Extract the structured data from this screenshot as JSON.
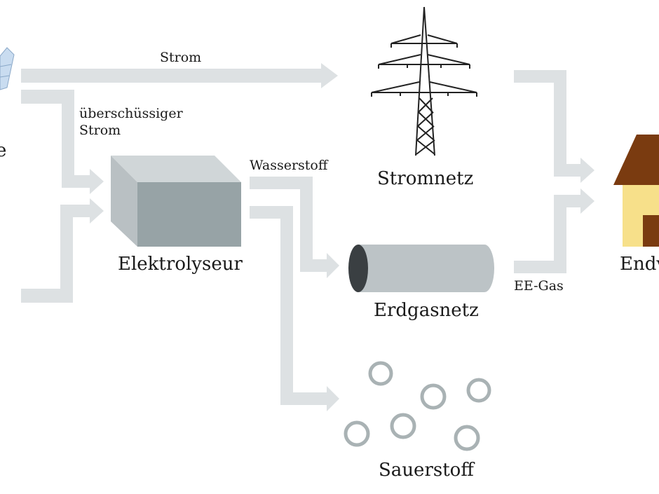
{
  "labels": {
    "strom_top": "Strom",
    "ueberschuss_line1": "überschüssiger",
    "ueberschuss_line2": "Strom",
    "wasserstoff": "Wasserstoff",
    "ee_gas": "EE-Gas",
    "partial_left": "e",
    "stromnetz": "Stromnetz",
    "elektrolyseur": "Elektrolyseur",
    "erdgasnetz": "Erdgasnetz",
    "sauerstoff": "Sauerstoff",
    "endverbraucher_partial": "Endv"
  },
  "colors": {
    "arrow": "#dde1e3",
    "box_front": "#97a3a6",
    "box_side": "#b9c0c3",
    "box_top": "#d0d6d8",
    "pipe": "#bcc3c6",
    "pipe_end": "#3a3f42",
    "bubble": "#a9b2b4",
    "roof": "#7a3b10",
    "wall": "#f7e08a",
    "door": "#7a3b10",
    "solar": "#c9dcf0"
  },
  "icons": [
    "solar-panel-icon",
    "pylon-icon",
    "electrolyzer-icon",
    "pipe-icon",
    "oxygen-bubbles-icon",
    "house-icon"
  ]
}
